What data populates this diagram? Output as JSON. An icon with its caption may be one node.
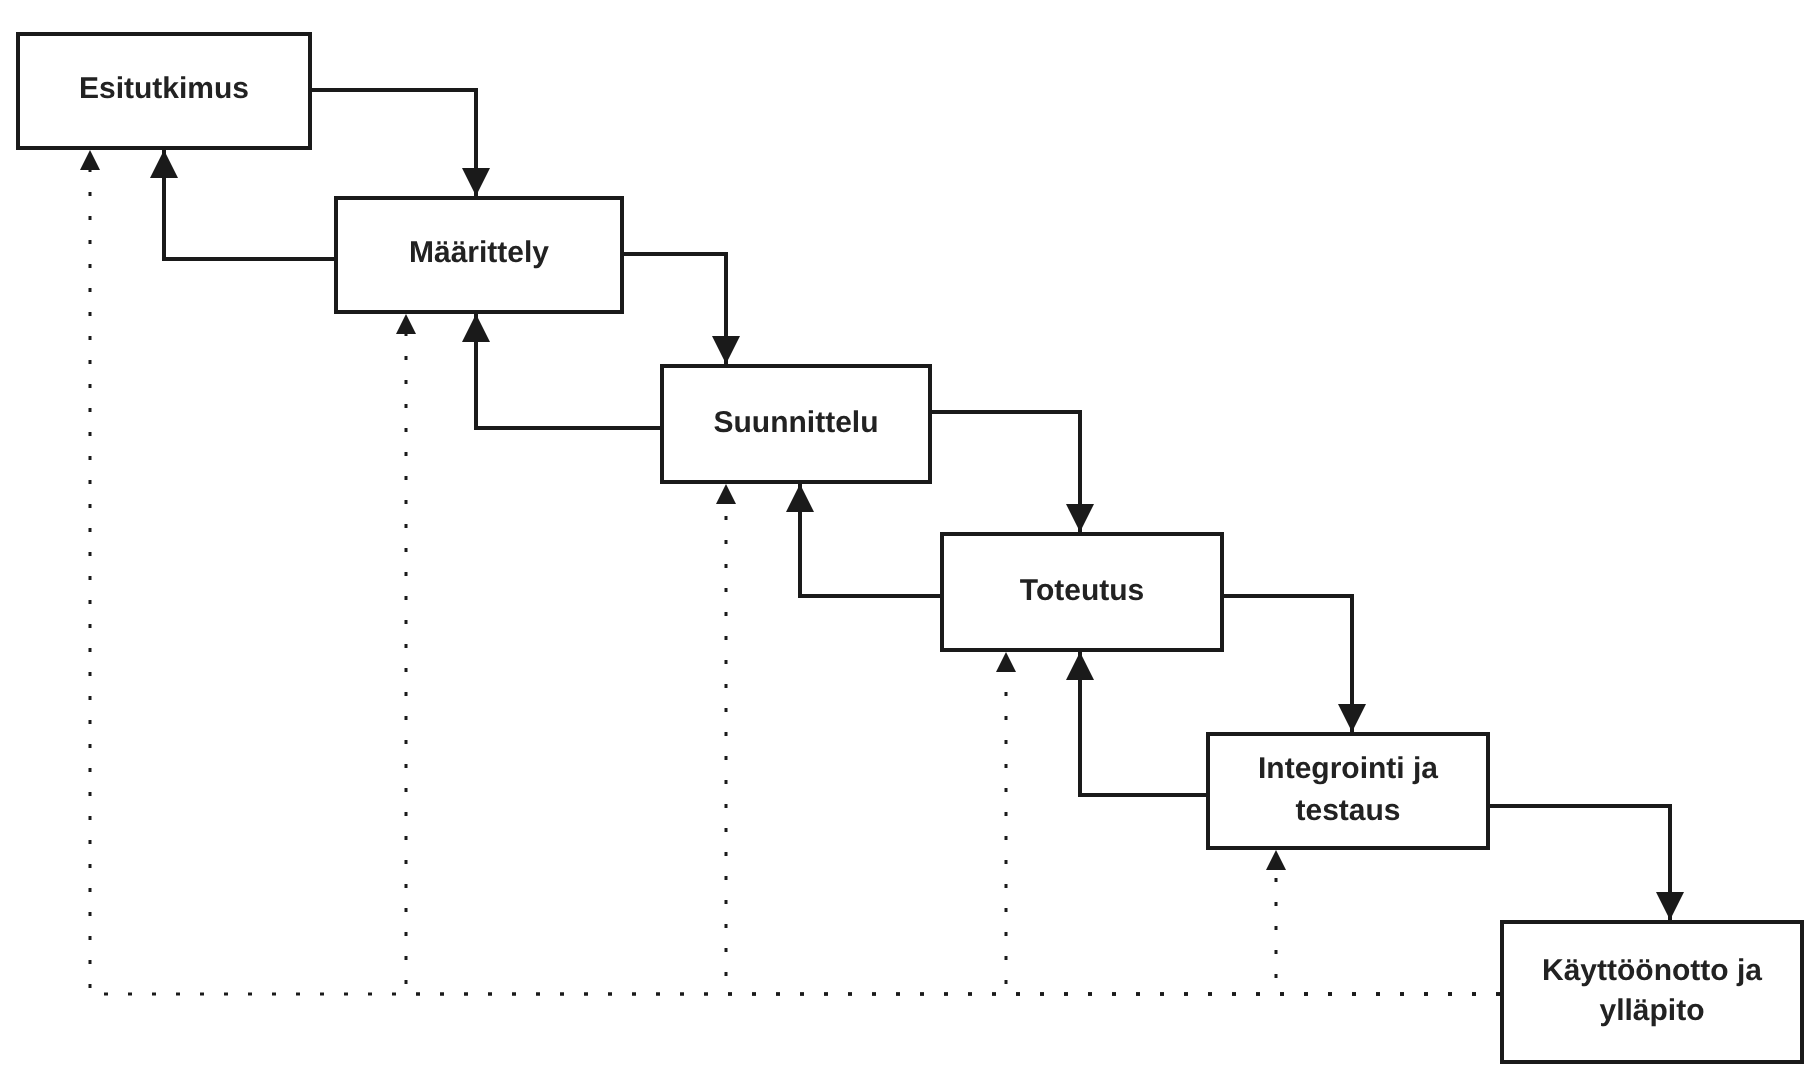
{
  "diagram": {
    "nodes": [
      {
        "text": [
          "Esitutkimus"
        ]
      },
      {
        "text": [
          "Määrittely"
        ]
      },
      {
        "text": [
          "Suunnittelu"
        ]
      },
      {
        "text": [
          "Toteutus"
        ]
      },
      {
        "text": [
          "Integrointi ja testaus"
        ]
      },
      {
        "text": [
          "Käyttöönotto ja ylläpito"
        ]
      }
    ],
    "edges": [
      {
        "from": 0,
        "to": 1,
        "arrow": "to"
      },
      {
        "from": 1,
        "to": 0,
        "arrow": "to"
      },
      {
        "from": 1,
        "to": 2,
        "arrow": "to"
      },
      {
        "from": 2,
        "to": 1,
        "arrow": "to"
      },
      {
        "from": 2,
        "to": 3,
        "arrow": "to"
      },
      {
        "from": 3,
        "to": 2,
        "arrow": "to"
      },
      {
        "from": 3,
        "to": 4,
        "arrow": "to"
      },
      {
        "from": 4,
        "to": 3,
        "arrow": "to"
      },
      {
        "from": 4,
        "to": 5,
        "arrow": "to"
      },
      {
        "from": 5,
        "to": 0,
        "arrow": "to",
        "style": "dashed"
      },
      {
        "from": 5,
        "to": 1,
        "arrow": "to",
        "style": "dashed"
      },
      {
        "from": 5,
        "to": 2,
        "arrow": "to",
        "style": "dashed"
      },
      {
        "from": 5,
        "to": 3,
        "arrow": "to",
        "style": "dashed"
      },
      {
        "from": 5,
        "to": 4,
        "arrow": "to",
        "style": "dashed"
      }
    ]
  }
}
